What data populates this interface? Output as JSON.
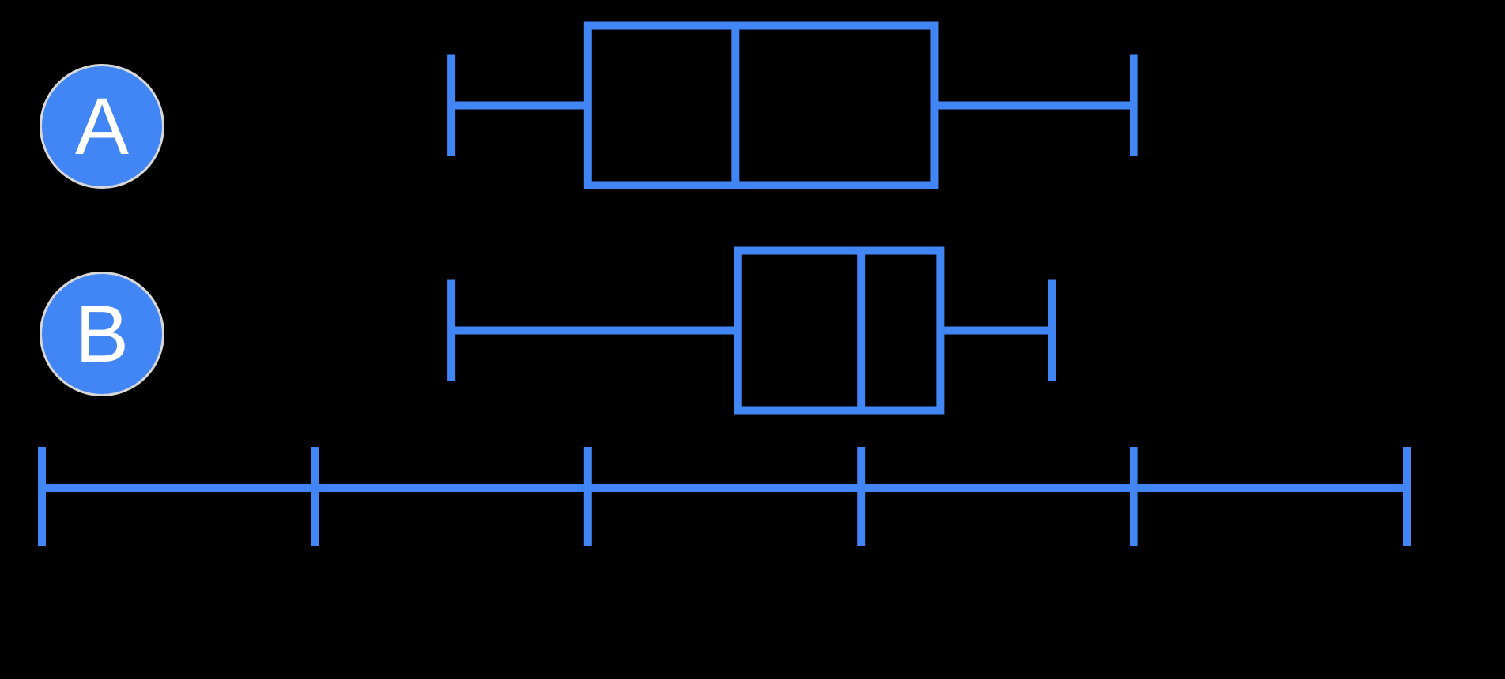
{
  "chart_data": {
    "type": "boxplot",
    "orientation": "horizontal",
    "title": "",
    "series": [
      {
        "label": "A",
        "min": 1.5,
        "q1": 2.0,
        "median": 2.54,
        "q3": 3.27,
        "max": 4.0
      },
      {
        "label": "B",
        "min": 1.5,
        "q1": 2.55,
        "median": 3.0,
        "q3": 3.29,
        "max": 3.7
      }
    ],
    "axis": {
      "min": 0,
      "max": 5,
      "tick_count": 6,
      "tick_labels": [
        "",
        "",
        "",
        "",
        "",
        ""
      ],
      "labels_visible": false,
      "position": "bottom"
    },
    "legend": "none",
    "grid": false,
    "colors": {
      "line": "#4285f4",
      "badge_fill": "#4285f4",
      "badge_border": "#d8d8d8",
      "badge_text": "#ffffff",
      "background": "#000000"
    }
  }
}
